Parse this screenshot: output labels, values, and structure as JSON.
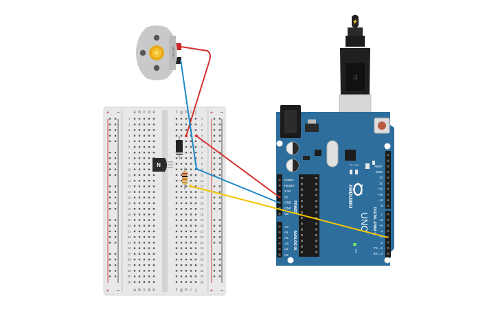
{
  "breadboard": {
    "columns_top": [
      "a",
      "b",
      "c",
      "d",
      "e"
    ],
    "columns_right": [
      "f",
      "g",
      "h",
      "i",
      "j"
    ],
    "rows": [
      "1",
      "2",
      "3",
      "4",
      "5",
      "6",
      "7",
      "8",
      "9",
      "10",
      "11",
      "12",
      "13",
      "14",
      "15",
      "16",
      "17",
      "18",
      "19",
      "20",
      "21",
      "22",
      "23",
      "24",
      "25",
      "26",
      "27",
      "28",
      "29",
      "30"
    ],
    "rail_plus": "+",
    "rail_minus": "−"
  },
  "transistor": {
    "label": "N"
  },
  "motor": {
    "side_text": "MOTOR 1"
  },
  "arduino": {
    "brand": "ARDUINO",
    "model": "UNO",
    "on_label": "ON",
    "power_header_label": "POWER",
    "analog_header_label": "ANALOG IN",
    "digital_header_label": "DIGITAL (PWM ~)",
    "tx_label": "TX",
    "rx_label": "RX",
    "power_pins": [
      "IOREF",
      "RESET",
      "3.3V",
      "5V",
      "GND",
      "GND",
      "Vin"
    ],
    "analog_pins": [
      "A0",
      "A1",
      "A2",
      "A3",
      "A4",
      "A5"
    ],
    "digital_pins_top": [
      "AREF",
      "GND",
      "13",
      "12",
      "~11",
      "~10",
      "~9",
      "8"
    ],
    "digital_pins_bottom": [
      "7",
      "~6",
      "~5",
      "4",
      "~3",
      "2",
      "TX→1",
      "RX←0"
    ]
  },
  "wires": {
    "red": "#d32f2f",
    "blue": "#1e88c8",
    "yellow": "#f2c500"
  },
  "colors": {
    "board_blue": "#2d6e9c",
    "breadboard": "#e6e6e6",
    "motor_body": "#c9c9c9",
    "motor_hub": "#f6c12a"
  }
}
